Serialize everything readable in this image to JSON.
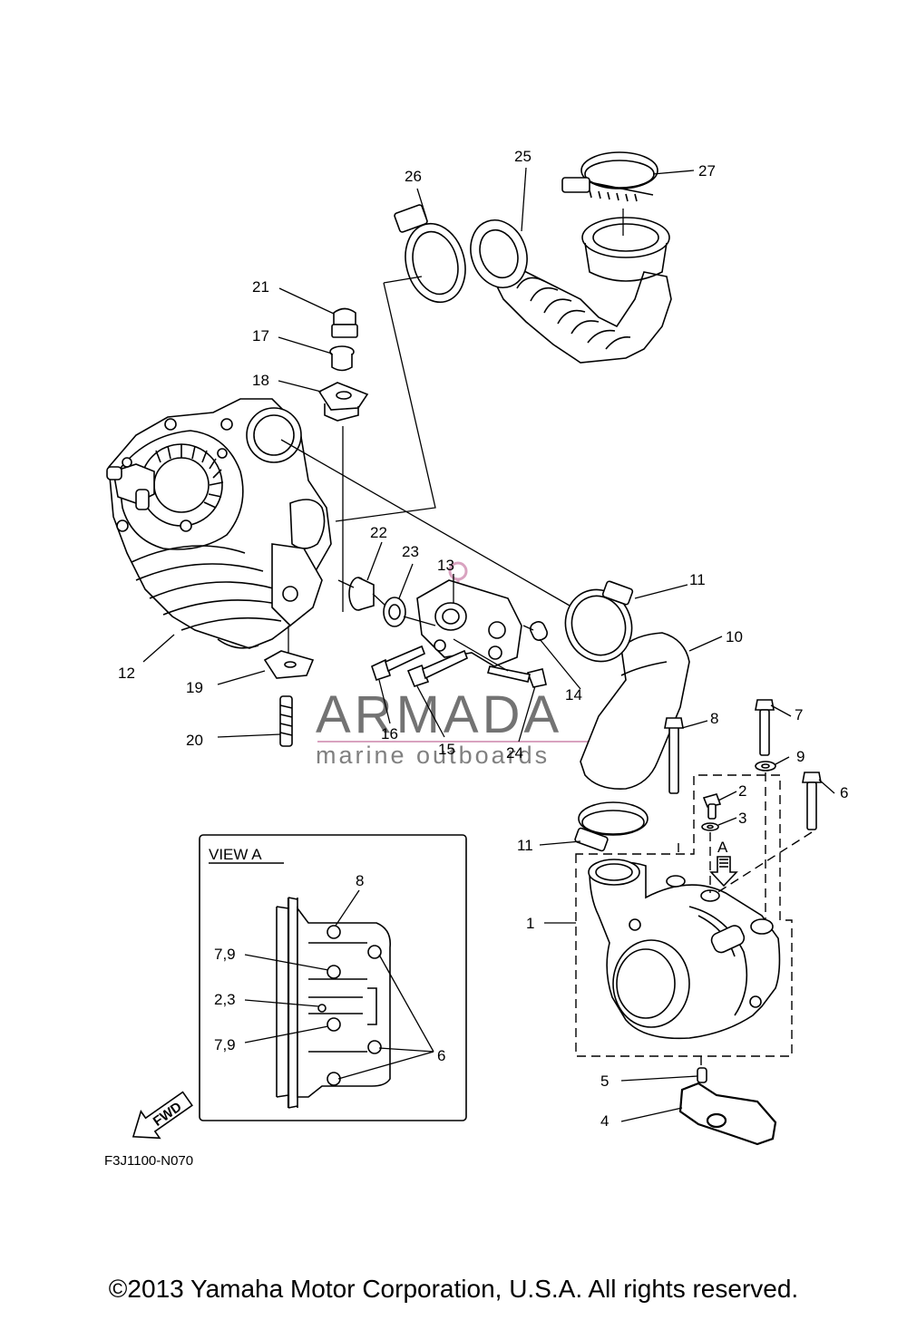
{
  "callouts": {
    "c1": "1",
    "c2": "2",
    "c3": "3",
    "c4": "4",
    "c5": "5",
    "c6": "6",
    "c7": "7",
    "c8": "8",
    "c9": "9",
    "c10": "10",
    "c11a": "11",
    "c11b": "11",
    "c12": "12",
    "c13": "13",
    "c14": "14",
    "c15": "15",
    "c16": "16",
    "c17": "17",
    "c18": "18",
    "c19": "19",
    "c20": "20",
    "c21": "21",
    "c22": "22",
    "c23": "23",
    "c24": "24",
    "c25": "25",
    "c26": "26",
    "c27": "27",
    "arrow_a": "A"
  },
  "view_a": {
    "title": "VIEW A",
    "labels": {
      "l8": "8",
      "l79a": "7,9",
      "l23": "2,3",
      "l79b": "7,9",
      "l6": "6"
    }
  },
  "fwd_label": "FWD",
  "diagram_code": "F3J1100-N070",
  "watermark": {
    "brand": "ARMADA",
    "tagline": "marine outboards",
    "accent": "#d9a3c0"
  },
  "copyright": "©2013 Yamaha Motor Corporation, U.S.A. All rights reserved."
}
